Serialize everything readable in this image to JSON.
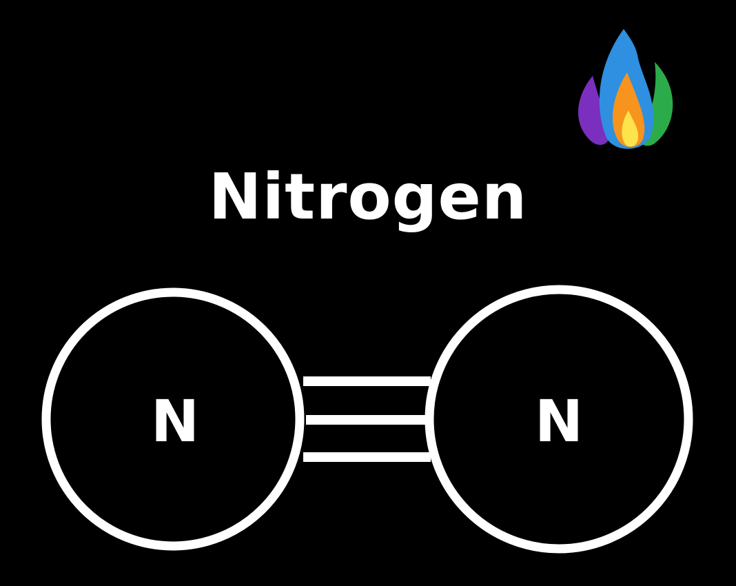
{
  "title": "Nitrogen",
  "molecule": {
    "atoms": [
      {
        "symbol": "N"
      },
      {
        "symbol": "N"
      }
    ],
    "bond_order": 3
  },
  "logo": {
    "icon": "multicolor-flame-icon",
    "colors": [
      "#7b2fbf",
      "#2f8fe0",
      "#2cab4a",
      "#f7941d",
      "#ffe34d"
    ]
  },
  "colors": {
    "background": "#000000",
    "foreground": "#ffffff"
  }
}
